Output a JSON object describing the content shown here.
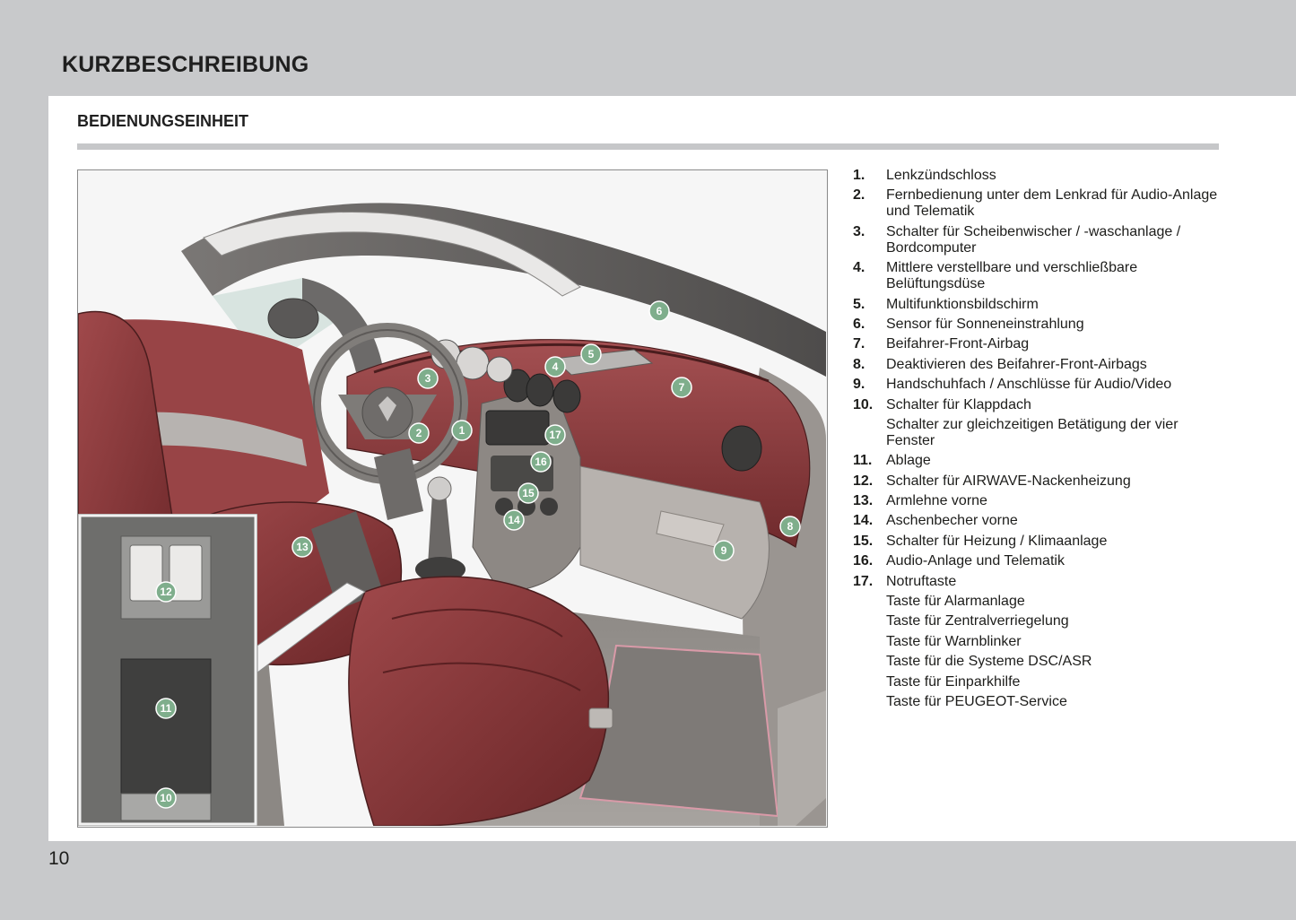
{
  "page": {
    "title": "KURZBESCHREIBUNG",
    "section_title": "BEDIENUNGSEINHEIT",
    "page_number": "10"
  },
  "figure": {
    "callouts": [
      "1",
      "2",
      "3",
      "4",
      "5",
      "6",
      "7",
      "8",
      "9",
      "10",
      "11",
      "12",
      "13",
      "14",
      "15",
      "16",
      "17"
    ]
  },
  "legend": [
    {
      "num": "1.",
      "text": "Lenkzündschloss"
    },
    {
      "num": "2.",
      "text": "Fernbedienung unter dem Lenkrad für Audio-Anlage und Telematik"
    },
    {
      "num": "3.",
      "text": "Schalter für Scheibenwischer / -waschanlage / Bordcomputer"
    },
    {
      "num": "4.",
      "text": "Mittlere verstellbare und verschließbare Belüftungsdüse"
    },
    {
      "num": "5.",
      "text": "Multifunktionsbildschirm"
    },
    {
      "num": "6.",
      "text": "Sensor für Sonneneinstrahlung"
    },
    {
      "num": "7.",
      "text": "Beifahrer-Front-Airbag"
    },
    {
      "num": "8.",
      "text": "Deaktivieren des Beifahrer-Front-Airbags"
    },
    {
      "num": "9.",
      "text": "Handschuhfach / Anschlüsse für Audio/Video"
    },
    {
      "num": "10.",
      "text": "Schalter für Klappdach"
    },
    {
      "num": "",
      "text": "Schalter zur gleichzeitigen Betätigung der vier Fenster"
    },
    {
      "num": "11.",
      "text": "Ablage"
    },
    {
      "num": "12.",
      "text": "Schalter für AIRWAVE-Nackenheizung"
    },
    {
      "num": "13.",
      "text": "Armlehne vorne"
    },
    {
      "num": "14.",
      "text": "Aschenbecher vorne"
    },
    {
      "num": "15.",
      "text": "Schalter für Heizung / Klimaanlage"
    },
    {
      "num": "16.",
      "text": "Audio-Anlage und Telematik"
    },
    {
      "num": "17.",
      "text": "Notruftaste"
    },
    {
      "num": "",
      "text": "Taste für Alarmanlage"
    },
    {
      "num": "",
      "text": "Taste für Zentralverriegelung"
    },
    {
      "num": "",
      "text": "Taste für Warnblinker"
    },
    {
      "num": "",
      "text": "Taste für die Systeme DSC/ASR"
    },
    {
      "num": "",
      "text": "Taste für Einparkhilfe"
    },
    {
      "num": "",
      "text": "Taste für PEUGEOT-Service"
    }
  ],
  "colors": {
    "background_gray": "#c8c9cb",
    "leather_red": "#8c3a3c",
    "callout_green": "#7fae8c"
  }
}
